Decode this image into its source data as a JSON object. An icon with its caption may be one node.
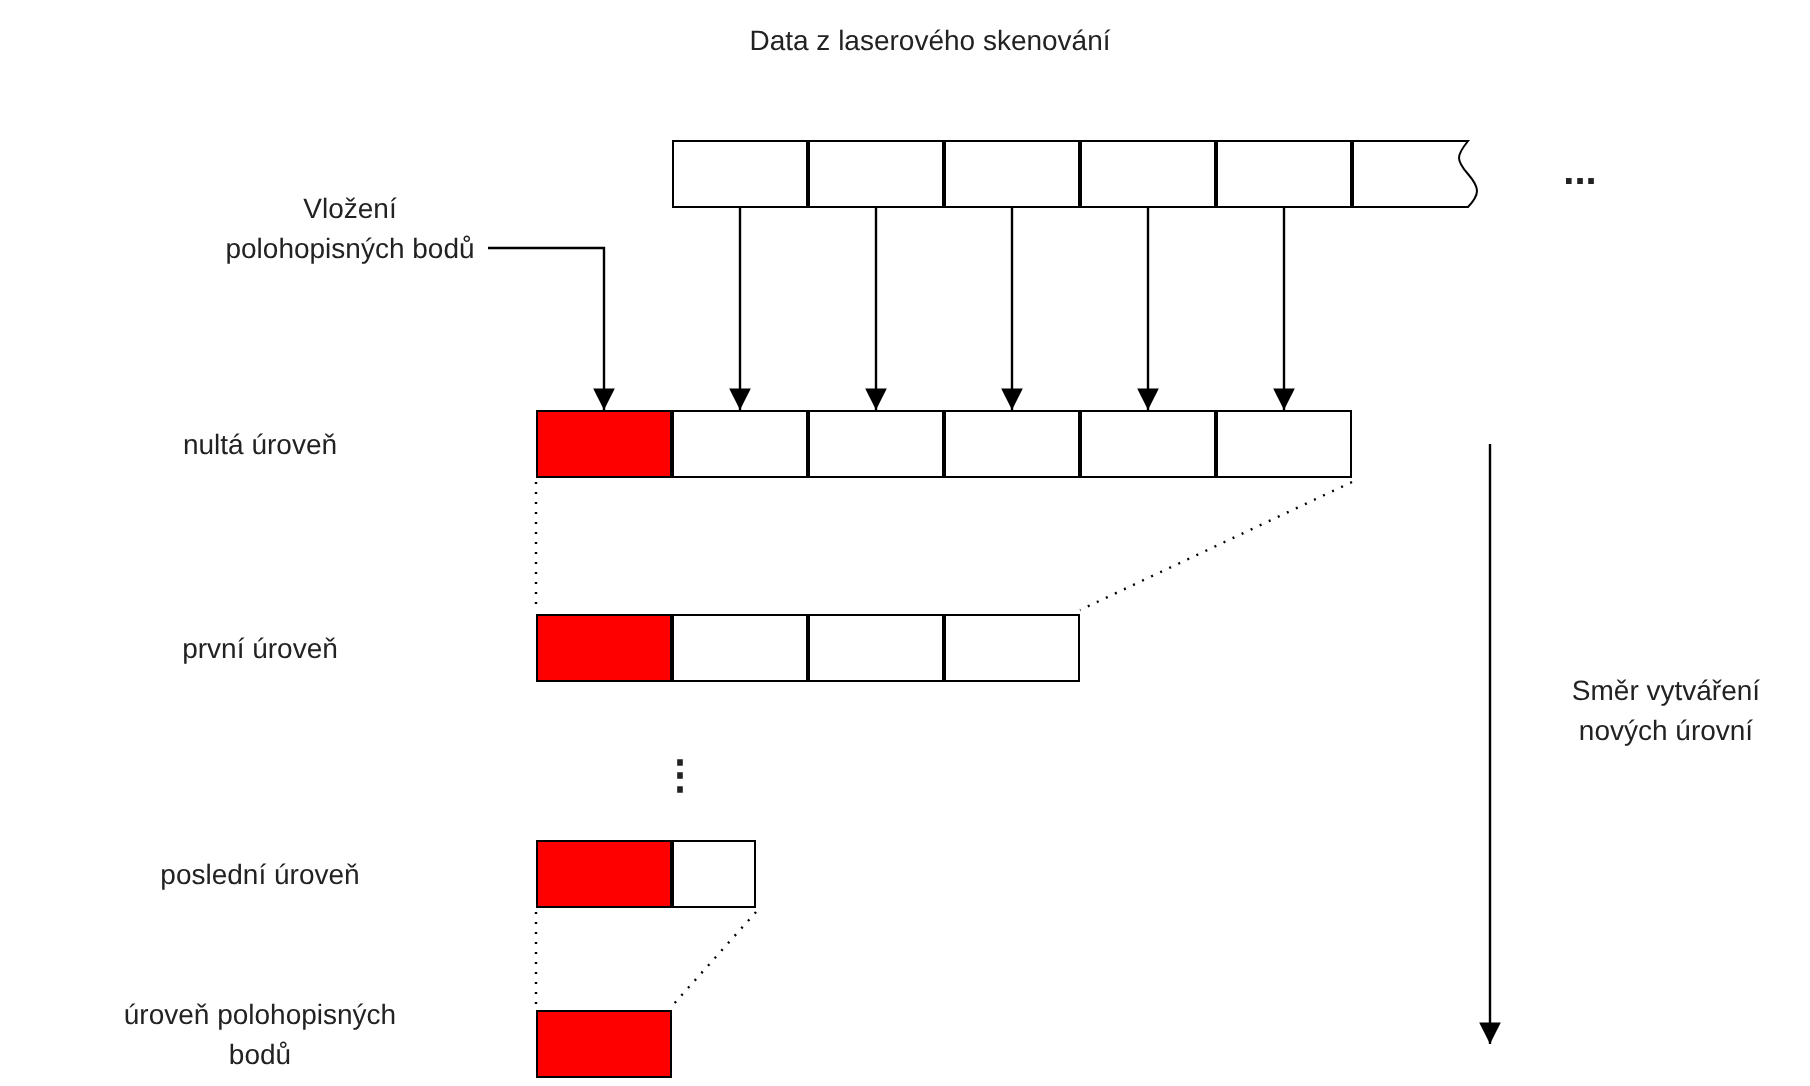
{
  "diagram": {
    "title": "Data z laserového skenování",
    "nodes": [
      {
        "text": [],
        "shape": "box"
      },
      {
        "text": [],
        "shape": "box"
      },
      {
        "text": [],
        "shape": "box"
      },
      {
        "text": [],
        "shape": "box"
      },
      {
        "text": [],
        "shape": "box"
      },
      {
        "text": [],
        "shape": "box"
      },
      {
        "text": [
          "Vložení polohopisných bodů"
        ]
      },
      {
        "text": [],
        "shape": "box"
      },
      {
        "text": [],
        "shape": "box"
      },
      {
        "text": [],
        "shape": "box"
      },
      {
        "text": [],
        "shape": "box"
      },
      {
        "text": [],
        "shape": "box"
      },
      {
        "text": [],
        "shape": "box"
      },
      {
        "text": [],
        "shape": "box"
      },
      {
        "text": [],
        "shape": "box"
      },
      {
        "text": [],
        "shape": "box"
      },
      {
        "text": [],
        "shape": "box"
      },
      {
        "text": [],
        "shape": "box"
      },
      {
        "text": [],
        "shape": "box"
      },
      {
        "text": [],
        "shape": "box"
      }
    ],
    "edges": [
      {
        "from": 0,
        "to": 8,
        "arrow": "to"
      },
      {
        "from": 1,
        "to": 9,
        "arrow": "to"
      },
      {
        "from": 2,
        "to": 10,
        "arrow": "to"
      },
      {
        "from": 3,
        "to": 11,
        "arrow": "to"
      },
      {
        "from": 4,
        "to": 12,
        "arrow": "to"
      },
      {
        "from": 6,
        "to": 7,
        "arrow": "to"
      },
      {
        "from": 7,
        "to": 13,
        "arrow": "none",
        "style": "dashed"
      },
      {
        "from": 12,
        "to": 16,
        "arrow": "none",
        "style": "dashed"
      },
      {
        "from": 17,
        "to": 19,
        "arrow": "none",
        "style": "dashed"
      },
      {
        "from": 18,
        "to": 19,
        "arrow": "none",
        "style": "dashed"
      }
    ],
    "labels": [
      "...",
      "nultá úroveň",
      "první úroveň",
      "⋮",
      "poslední úroveň",
      "úroveň polohopisných bodů",
      "Směr vytváření nových úrovní"
    ]
  }
}
